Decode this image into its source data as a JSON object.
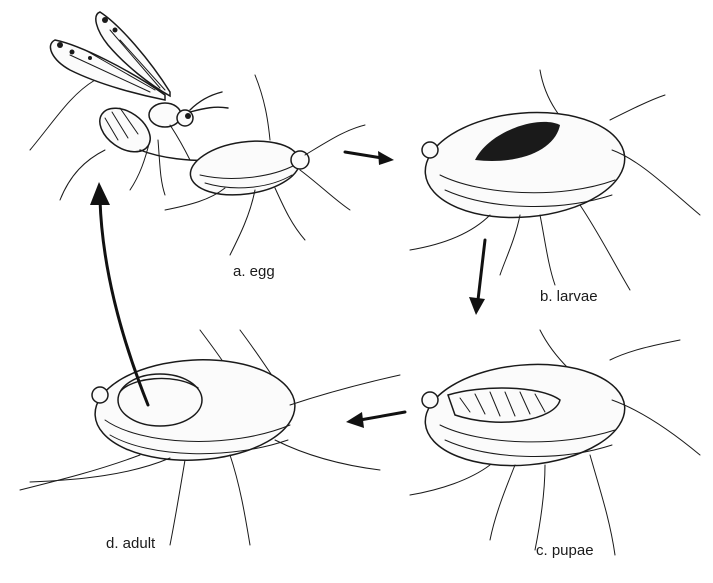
{
  "stages": [
    {
      "id": "egg",
      "label": "a. egg"
    },
    {
      "id": "larvae",
      "label": "b. larvae"
    },
    {
      "id": "pupae",
      "label": "c. pupae"
    },
    {
      "id": "adult",
      "label": "d. adult"
    }
  ],
  "colors": {
    "ink": "#1a1a1a",
    "background": "#ffffff"
  }
}
